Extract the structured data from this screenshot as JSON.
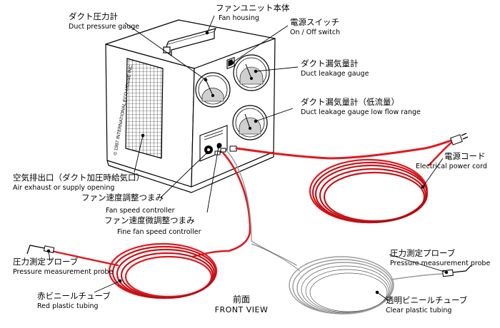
{
  "colors": {
    "line": "#000000",
    "tube_red": "#e0191f",
    "tube_red_dark": "#8f0f12",
    "tube_clear": "#9a9a9a",
    "background": "#ffffff"
  },
  "device": {
    "side_text": "© 1987 INTERNATIONAL ECO-HOUSE INC."
  },
  "labels": {
    "duct_pressure_gauge": {
      "jp": "ダクト圧力計",
      "en": "Duct pressure gauge"
    },
    "fan_housing": {
      "jp": "ファンユニット本体",
      "en": "Fan housing"
    },
    "power_switch": {
      "jp": "電源スイッチ",
      "en": "On / Off switch"
    },
    "duct_leakage_gauge": {
      "jp": "ダクト漏気量計",
      "en": "Duct leakage gauge"
    },
    "duct_leakage_gauge_low": {
      "jp": "ダクト漏気量計（低流量）",
      "en": "Duct leakage gauge low flow range"
    },
    "power_cord": {
      "jp": "電源コード",
      "en": "Electrical power cord"
    },
    "air_exhaust": {
      "jp": "空気排出口（ダクト加圧時給気口）",
      "en": "Air exhaust or supply opening"
    },
    "fan_speed": {
      "jp": "ファン速度調整つまみ",
      "en": "Fan speed controller"
    },
    "fine_fan_speed": {
      "jp": "ファン速度微調整つまみ",
      "en": "Fine fan speed controller"
    },
    "probe_left": {
      "jp": "圧力測定プローブ",
      "en": "Pressure measurement probe"
    },
    "probe_right": {
      "jp": "圧力測定プローブ",
      "en": "Pressure measurement probe"
    },
    "red_tubing": {
      "jp": "赤ビニールチューブ",
      "en": "Red plastic tubing"
    },
    "clear_tubing": {
      "jp": "透明ビニールチューブ",
      "en": "Clear plastic tubing"
    }
  },
  "view_title": {
    "jp": "前面",
    "en": "FRONT VIEW"
  }
}
